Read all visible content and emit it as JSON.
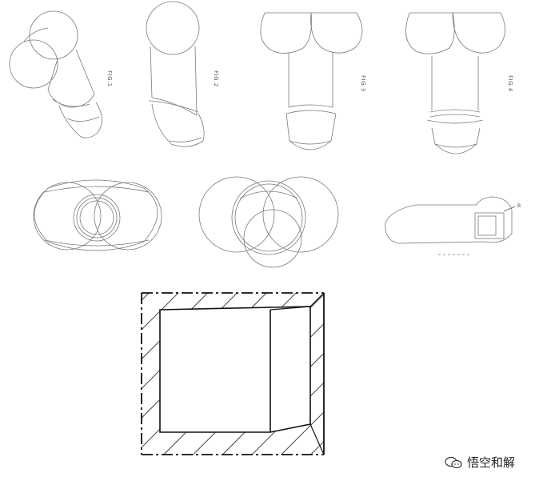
{
  "figures": {
    "fig1": {
      "label": "FIG.1"
    },
    "fig2": {
      "label": "FIG.2"
    },
    "fig3": {
      "label": "FIG.3"
    },
    "fig4": {
      "label": "FIG.4"
    }
  },
  "section_callout": {
    "label": "B"
  },
  "watermark": {
    "text": "悟空和解",
    "icon": "chat-bubbles-icon"
  },
  "colors": {
    "line": "#7a7a7a",
    "heavy_line": "#111111",
    "background": "#ffffff"
  }
}
